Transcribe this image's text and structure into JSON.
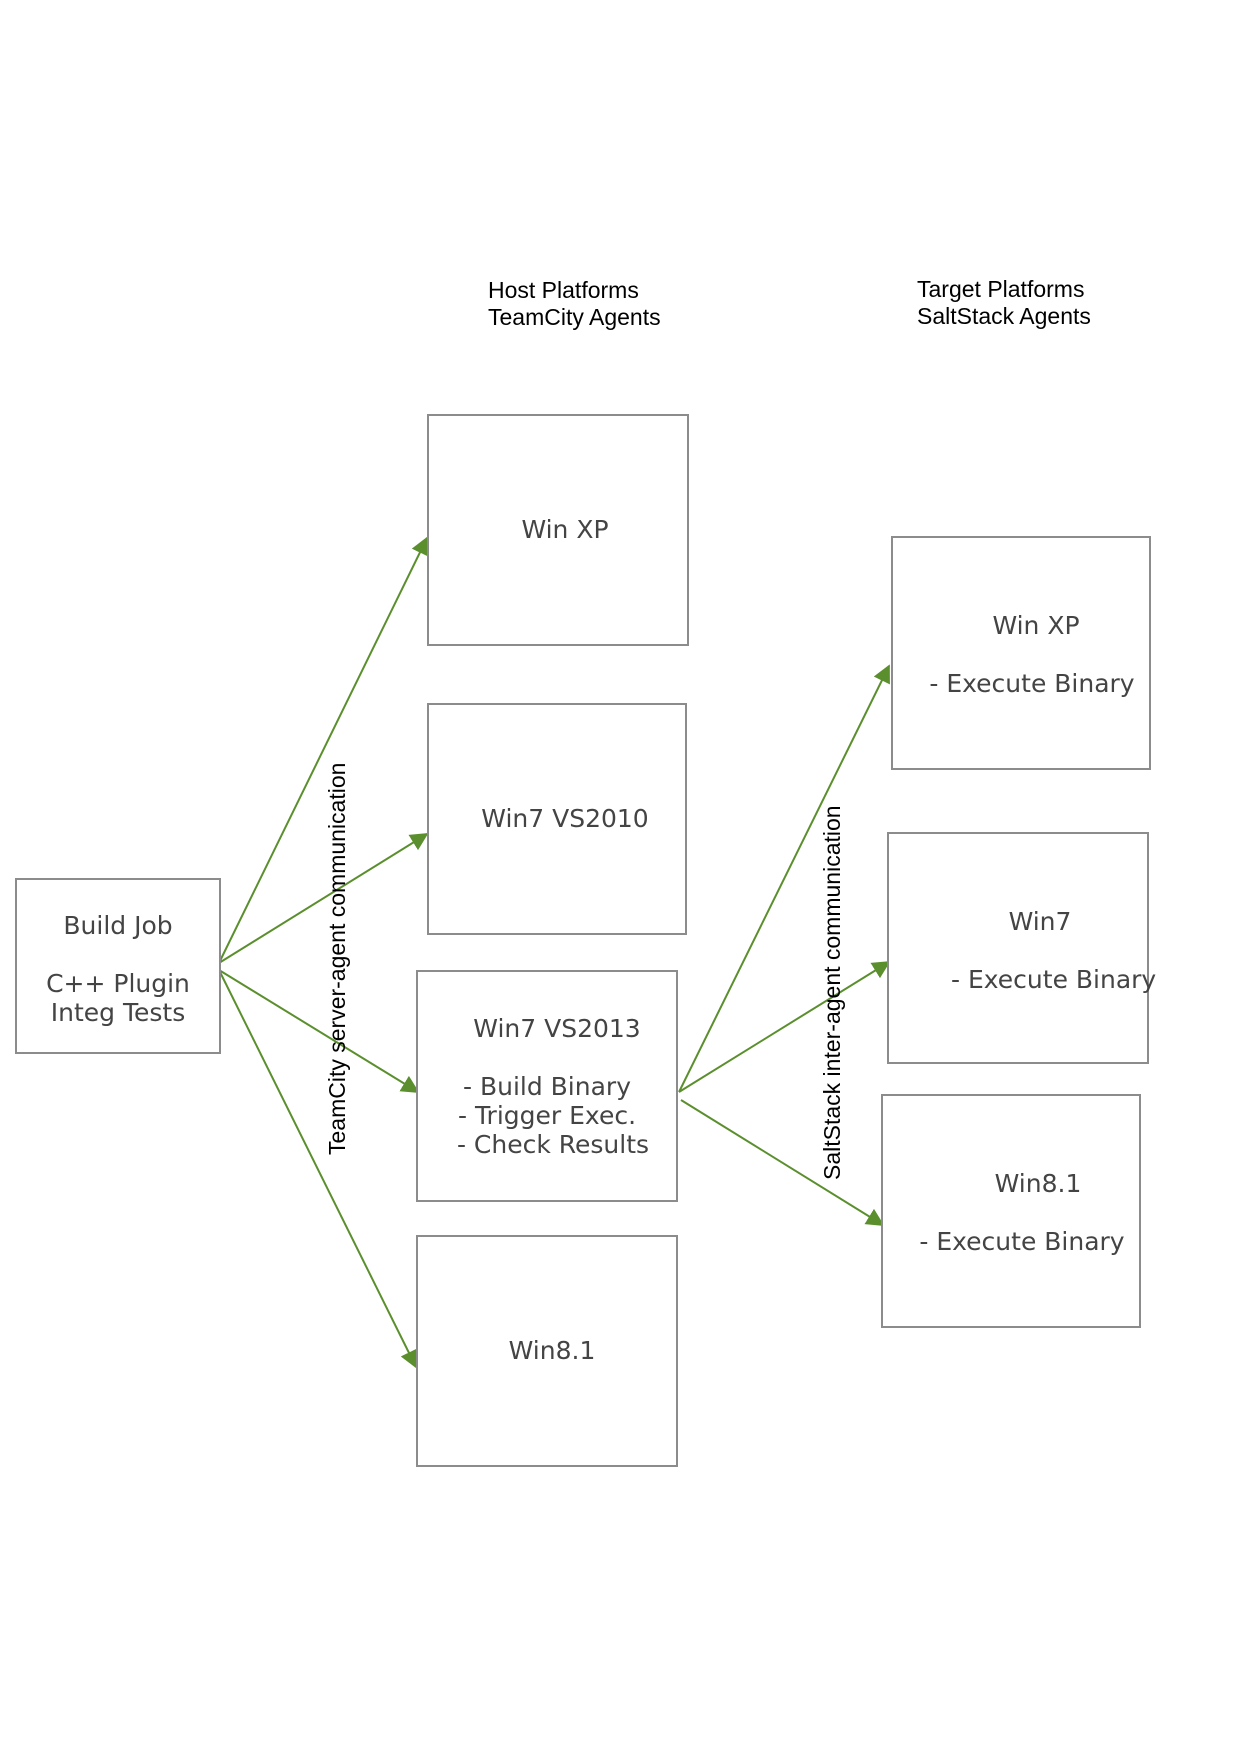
{
  "headers": {
    "host": {
      "line1": "Host Platforms",
      "line2": "TeamCity Agents"
    },
    "target": {
      "line1": "Target Platforms",
      "line2": "SaltStack Agents"
    }
  },
  "edge_labels": {
    "teamcity": "TeamCity server-agent communication",
    "saltstack": "SaltStack inter-agent communication"
  },
  "nodes": {
    "build_job": {
      "line1": "Build Job",
      "line2": "C++ Plugin",
      "line3": "Integ Tests"
    },
    "host_winxp": {
      "line1": "Win XP"
    },
    "host_win7_vs2010": {
      "line1": "Win7 VS2010"
    },
    "host_win7_vs2013": {
      "line1": "Win7 VS2013",
      "line2": "- Build Binary",
      "line3": "- Trigger Exec.",
      "line4": "- Check Results"
    },
    "host_win81": {
      "line1": "Win8.1"
    },
    "target_winxp": {
      "line1": "Win XP",
      "line2": "- Execute Binary"
    },
    "target_win7": {
      "line1": "Win7",
      "line2": "- Execute Binary"
    },
    "target_win81": {
      "line1": "Win8.1",
      "line2": "- Execute Binary"
    }
  },
  "colors": {
    "arrow": "#5b8f2e",
    "box_border": "#8c8c8c",
    "box_text": "#444444",
    "label_text": "#000000"
  }
}
